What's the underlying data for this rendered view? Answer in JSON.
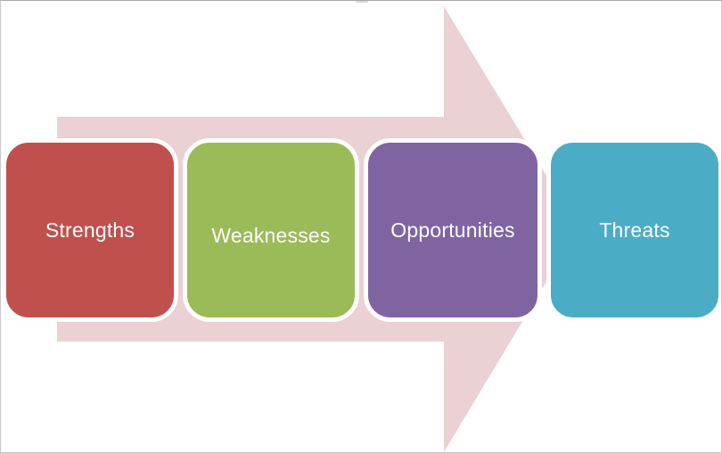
{
  "diagram": {
    "arrow_color": "#ebd1d3",
    "items": [
      {
        "label": "Strengths",
        "color": "#c0504d"
      },
      {
        "label": "Weaknesses",
        "color": "#9bbb59"
      },
      {
        "label": "Opportunities",
        "color": "#8064a2"
      },
      {
        "label": "Threats",
        "color": "#4bacc6"
      }
    ]
  }
}
